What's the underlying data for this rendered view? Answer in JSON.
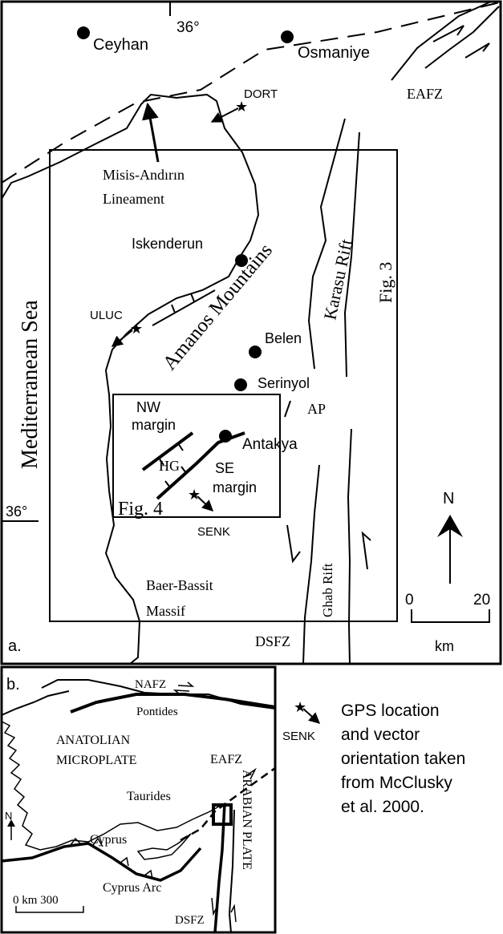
{
  "panel_a": {
    "label": "a.",
    "lat_top": "36°",
    "lat_left": "36°",
    "cities": {
      "ceyhan": "Ceyhan",
      "osmaniye": "Osmaniye",
      "iskenderun": "Iskenderun",
      "belen": "Belen",
      "serinyol": "Serinyol",
      "antakya": "Antakya"
    },
    "gps": {
      "dort": "DORT",
      "uluc": "ULUC",
      "senk": "SENK"
    },
    "labels": {
      "eafz": "EAFZ",
      "misis_1": "Misis-Andırın",
      "misis_2": "Lineament",
      "sea": "Mediterranean Sea",
      "amanos": "Amanos  Mountains",
      "karasu": "Karasu  Rift",
      "fig3": "Fig. 3",
      "nw_1": "NW",
      "nw_2": "margin",
      "se_1": "SE",
      "se_2": "margin",
      "ap": "AP",
      "hg": "HG",
      "fig4": "Fig. 4",
      "baer_1": "Baer-Bassit",
      "baer_2": "Massif",
      "ghab": "Ghab Rift",
      "dsfz": "DSFZ"
    },
    "north": "N",
    "scale": {
      "min": "0",
      "max": "20",
      "unit": "km"
    }
  },
  "panel_b": {
    "label": "b.",
    "nafz": "NAFZ",
    "pontides": "Pontides",
    "anatolian_1": "ANATOLIAN",
    "anatolian_2": "MICROPLATE",
    "eafz": "EAFZ",
    "taurides": "Taurides",
    "cyprus": "Cyprus",
    "cyprus_arc": "Cyprus Arc",
    "arabian": "ARABIAN PLATE",
    "dsfz": "DSFZ",
    "north": "N",
    "scale": "0  km  300"
  },
  "legend": {
    "senk": "SENK",
    "lines": [
      "GPS location",
      "and vector",
      "orientation taken",
      "from McClusky",
      "et al. 2000."
    ]
  }
}
